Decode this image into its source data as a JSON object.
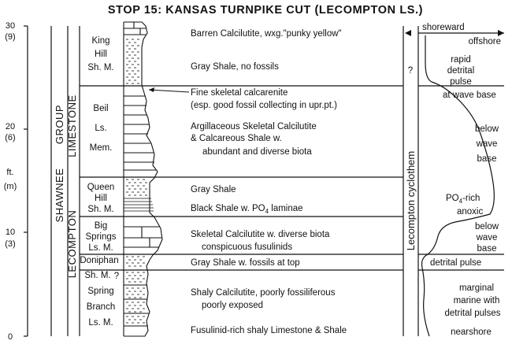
{
  "title": "STOP 15: KANSAS TURNPIKE CUT (LECOMPTON LS.)",
  "axis": {
    "unit_line1": "ft.",
    "unit_line2": "(m)",
    "ticks": [
      {
        "ft": "30",
        "m": "(9)"
      },
      {
        "ft": "20",
        "m": "(6)"
      },
      {
        "ft": "10",
        "m": "(3)"
      },
      {
        "ft": "0",
        "m": ""
      }
    ]
  },
  "stratigraphy": {
    "group": "SHAWNEE",
    "group_suffix": "GROUP",
    "formation": "LECOMPTON",
    "formation_suffix": "LIMESTONE"
  },
  "members": [
    {
      "lines": [
        "King",
        "Hill",
        "Sh. M."
      ]
    },
    {
      "lines": [
        "Beil",
        "Ls.",
        "Mem."
      ]
    },
    {
      "lines": [
        "Queen",
        "Hill",
        "Sh. M."
      ]
    },
    {
      "lines": [
        "Big",
        "Springs",
        "Ls. M."
      ]
    },
    {
      "lines": [
        "Doniphan",
        "Sh. M."
      ]
    },
    {
      "lines": [
        "Spring",
        "Branch",
        "Ls. M."
      ]
    }
  ],
  "question_mark": "?",
  "descriptions": {
    "barren": "Barren Calcilutite, wxg.\"punky yellow\"",
    "gray_shale_no_fossils": "Gray Shale, no fossils",
    "fine_skeletal_1": "Fine skeletal calcarenite",
    "fine_skeletal_2": "(esp. good fossil collecting in upr.pt.)",
    "argillaceous_1": "Argillaceous Skeletal Calcilutite",
    "argillaceous_2": "& Calcareous Shale w.",
    "argillaceous_3": "abundant and diverse biota",
    "gray_shale": "Gray Shale",
    "black_shale_pre": "Black Shale w. PO",
    "black_shale_sub": "4",
    "black_shale_post": " laminae",
    "skeletal_1": "Skeletal Calcilutite w. diverse biota",
    "skeletal_2": "conspicuous fusulinids",
    "doniphan": "Gray Shale w. fossils at top",
    "shaly_1": "Shaly Calcilutite, poorly fossiliferous",
    "shaly_2": "poorly exposed",
    "fusulinid": "Fusulinid-rich shaly Limestone & Shale"
  },
  "environment": {
    "shoreward": "shoreward",
    "offshore": "offshore",
    "cyclothem": "Lecompton cyclothem",
    "question": "?",
    "rapid_1": "rapid",
    "rapid_2": "detrital",
    "rapid_3": "pulse",
    "wave_base": "at wave base",
    "below_1": "below",
    "below_2": "wave",
    "below_3": "base",
    "po4_pre": "PO",
    "po4_sub": "4",
    "po4_post": "-rich",
    "anoxic": "anoxic",
    "below2_1": "below",
    "below2_2": "wave",
    "below2_3": "base",
    "detrital_pulse": "detrital pulse",
    "marginal_1": "marginal",
    "marginal_2": "marine with",
    "marginal_3": "detrital pulses",
    "nearshore": "nearshore"
  }
}
